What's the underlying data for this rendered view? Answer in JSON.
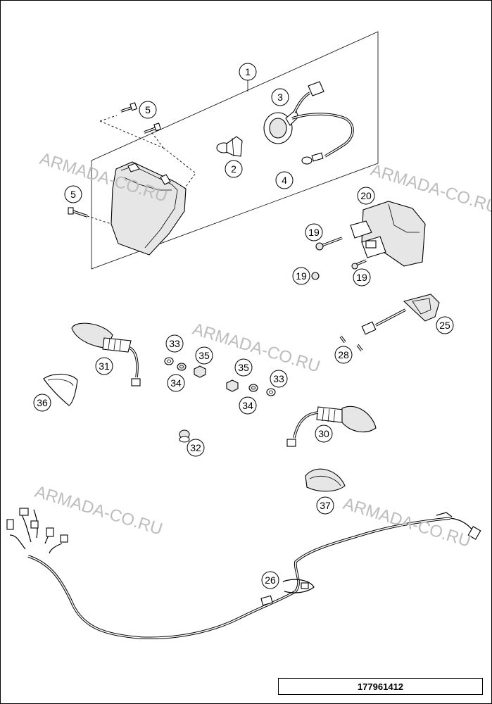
{
  "diagram_code": "177961412",
  "watermark": "ARMADA-CO.RU",
  "callouts": [
    "1",
    "2",
    "3",
    "4",
    "5",
    "5",
    "19",
    "19",
    "19",
    "20",
    "25",
    "26",
    "28",
    "30",
    "31",
    "32",
    "33",
    "33",
    "34",
    "34",
    "35",
    "35",
    "36",
    "37"
  ]
}
